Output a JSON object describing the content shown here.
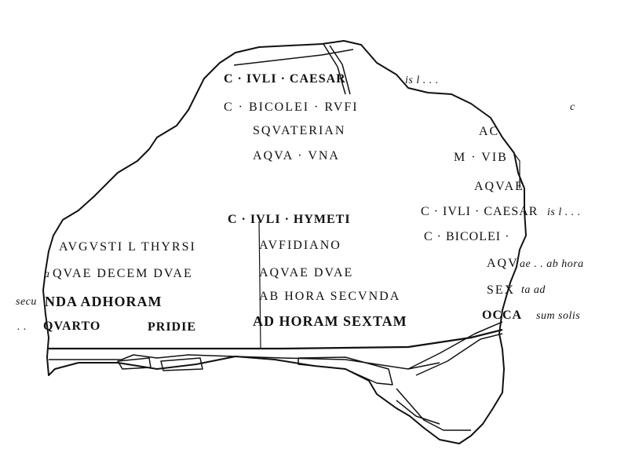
{
  "inscription": {
    "center": [
      "C · IVLI · CAESAR",
      "C · BICOLEI · RVFI",
      "SQVATERIAN",
      "AQVA · VNA",
      "C · IVLI · HYMETI",
      "AVFIDIANO",
      "AQVAE DVAE",
      "AB HORA SECVNDA",
      "AD HORAM SEXTAM"
    ],
    "left": [
      "AVGVSTI L THYRSI",
      "QVAE DECEM DVAE",
      "NDA ADHORAM",
      "QVARTO",
      "PRIDIE"
    ],
    "right": [
      "AC",
      "M · VIB",
      "AQVAE",
      "C · IVLI · CAESAR",
      "C · BICOLEI ·",
      "AQV",
      "SEX",
      "OCCA"
    ],
    "restorations": [
      "is l . . .",
      "c",
      "is l . . .",
      "ae . . ab hora",
      "ta   ad",
      "sum solis",
      "a",
      "secu",
      ". ."
    ]
  }
}
